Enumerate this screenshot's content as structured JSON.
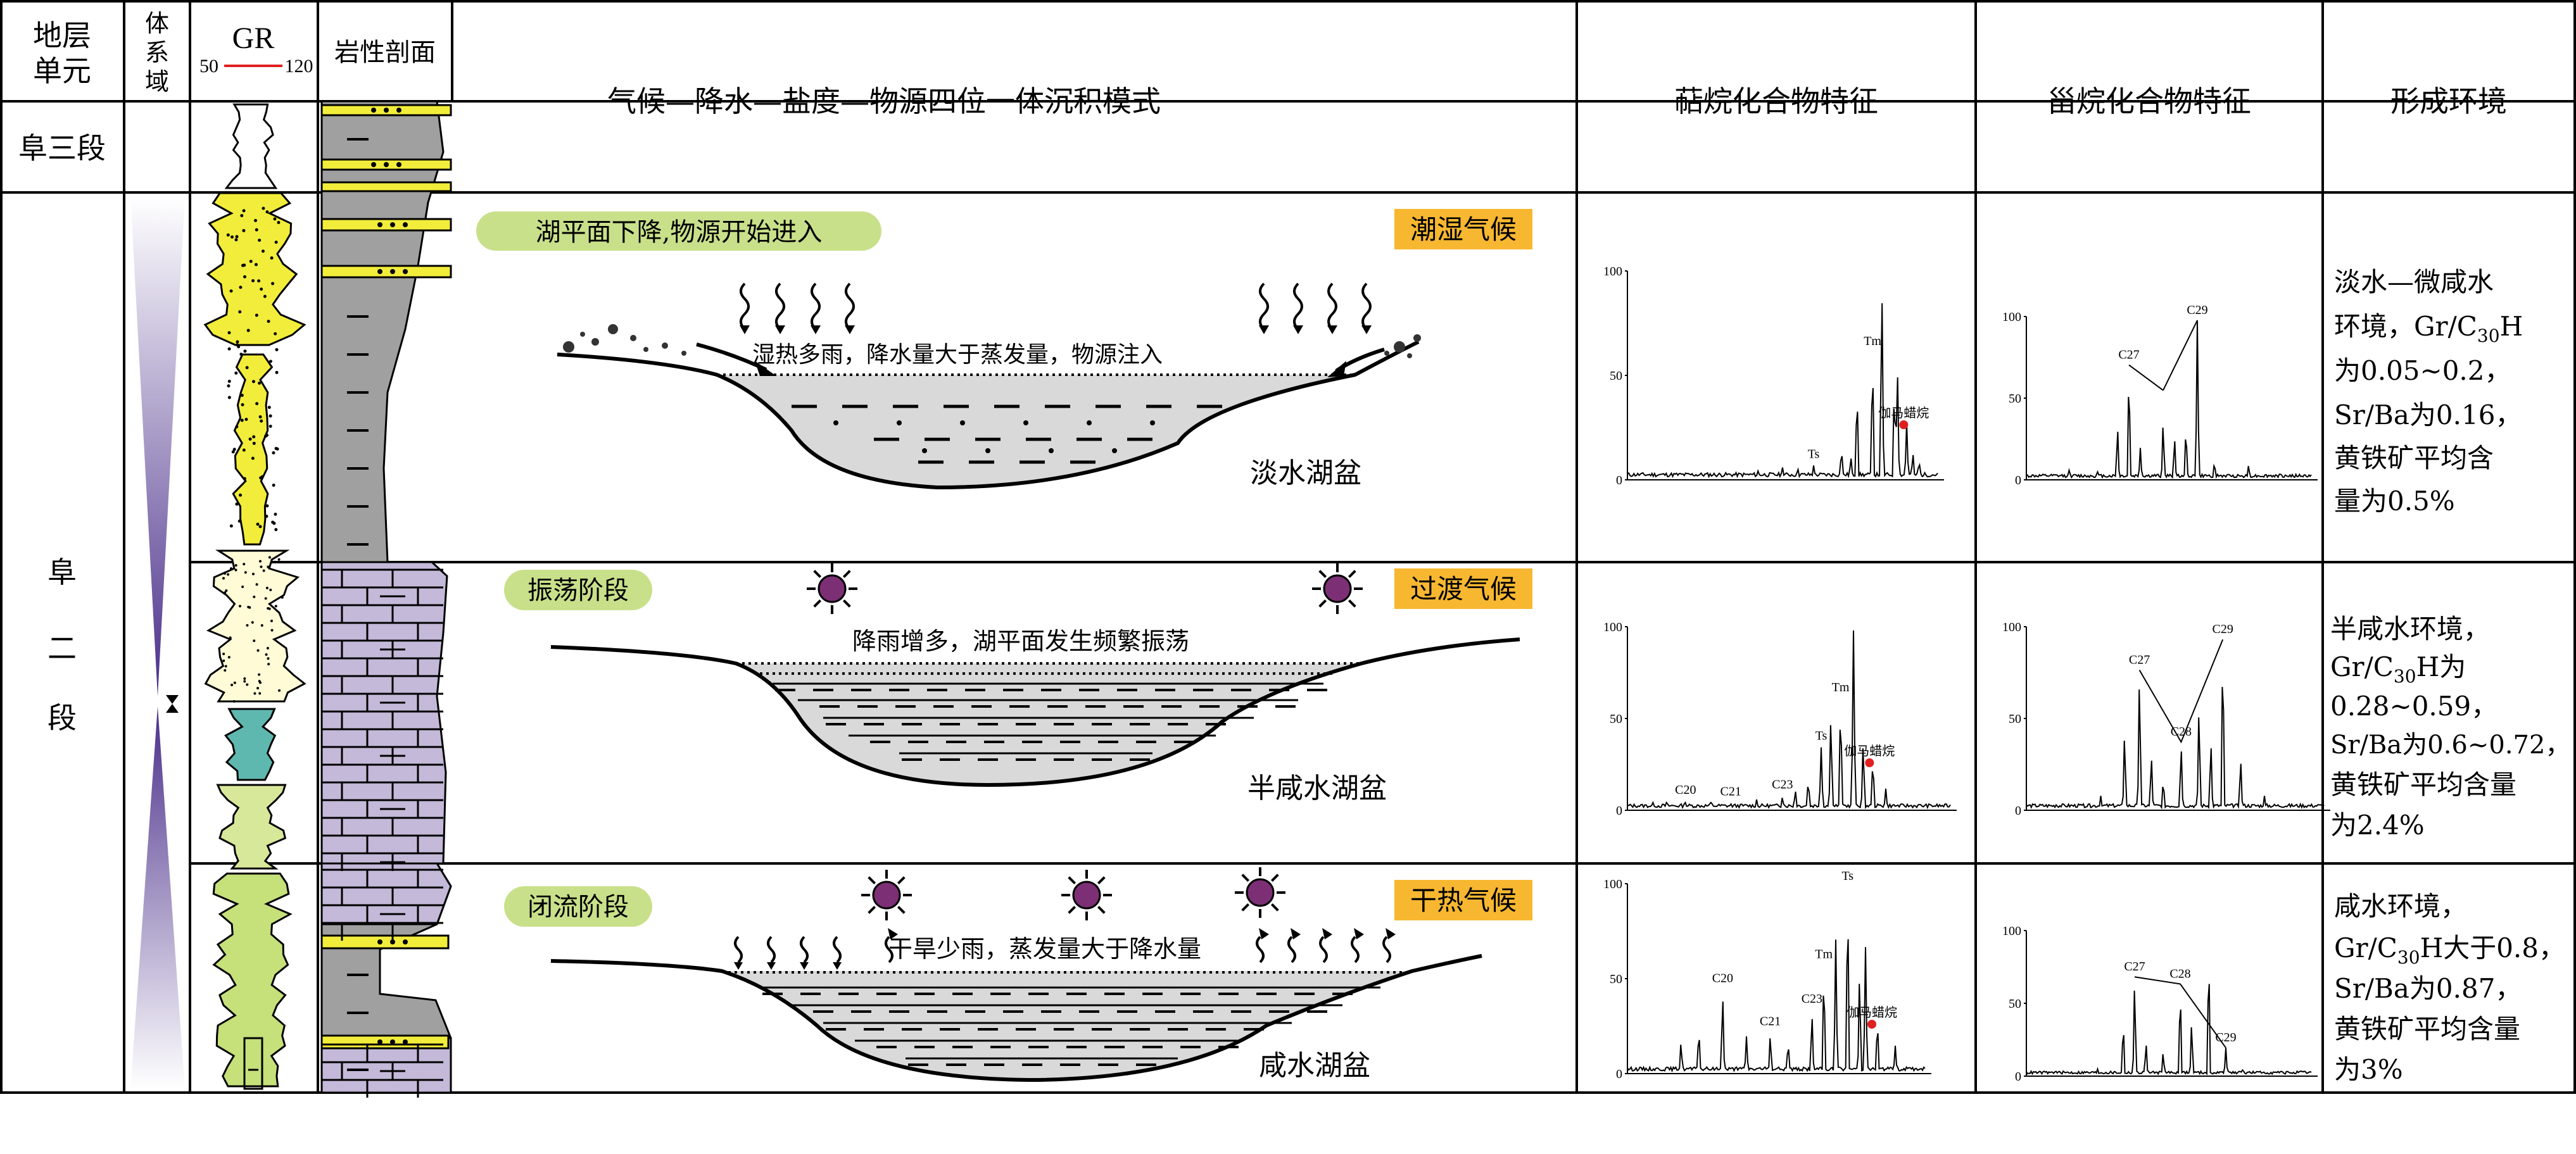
{
  "header": {
    "unit": [
      "地层",
      "单元"
    ],
    "system_tract": [
      "体",
      "系",
      "域"
    ],
    "gr": "GR",
    "gr_scale_min": "50",
    "gr_scale_max": "120",
    "lithology": "岩性剖面",
    "model": "气候—降水—盐度—物源四位一体沉积模式",
    "terpane": "萜烷化合物特征",
    "sterane": "甾烷化合物特征",
    "environment": "形成环境"
  },
  "units": {
    "fu3": "阜三段",
    "fu2": [
      "阜",
      "二",
      "段"
    ]
  },
  "panels": [
    {
      "stage": "湖平面下降,物源开始进入",
      "climate": "潮湿气候",
      "caption": "湿热多雨，降水量大于蒸发量，物源注入",
      "basin": "淡水湖盆",
      "terpane_labels": [
        "Ts",
        "Tm",
        "伽马蜡烷"
      ],
      "sterane_labels": [
        "C27",
        "C29"
      ],
      "env_lines": [
        "淡水—微咸水",
        "环境，Gr/C30H",
        "为0.05~0.2，",
        "Sr/Ba为0.16，",
        "黄铁矿平均含",
        "量为0.5%"
      ]
    },
    {
      "stage": "振荡阶段",
      "climate": "过渡气候",
      "caption": "降雨增多，湖平面发生频繁振荡",
      "basin": "半咸水湖盆",
      "terpane_labels": [
        "C20",
        "C21",
        "C23",
        "Ts",
        "Tm",
        "伽马蜡烷"
      ],
      "sterane_labels": [
        "C27",
        "C28",
        "C29"
      ],
      "env_lines": [
        "半咸水环境，",
        "Gr/C30H为",
        "0.28~0.59，",
        "Sr/Ba为0.6~0.72，",
        "黄铁矿平均含量",
        "为2.4%"
      ]
    },
    {
      "stage": "闭流阶段",
      "climate": "干热气候",
      "caption": "干旱少雨，蒸发量大于降水量",
      "basin": "咸水湖盆",
      "terpane_labels": [
        "C20",
        "C21",
        "C23",
        "Tm",
        "Ts",
        "伽马蜡烷"
      ],
      "sterane_labels": [
        "C27",
        "C28",
        "C29"
      ],
      "env_lines": [
        "咸水环境，",
        "Gr/C30H大于0.8，",
        "Sr/Ba为0.87，",
        "黄铁矿平均含量",
        "为3%"
      ]
    }
  ],
  "axis_ticks": [
    "100",
    "50",
    "0"
  ],
  "colors": {
    "line": "#000000",
    "gr_curve": "#e02020",
    "climate_bg": "#f7b731",
    "stage_bg": "#c9e08a",
    "sun": "#7c2f74",
    "basin_fill": "#d9d9d9",
    "sand": "#f2ed3a",
    "mudstone": "#a0a0a0",
    "limestone": "#c4b9d8",
    "tract_top": "#ffffff",
    "tract_mid": "#4a2f8a"
  }
}
